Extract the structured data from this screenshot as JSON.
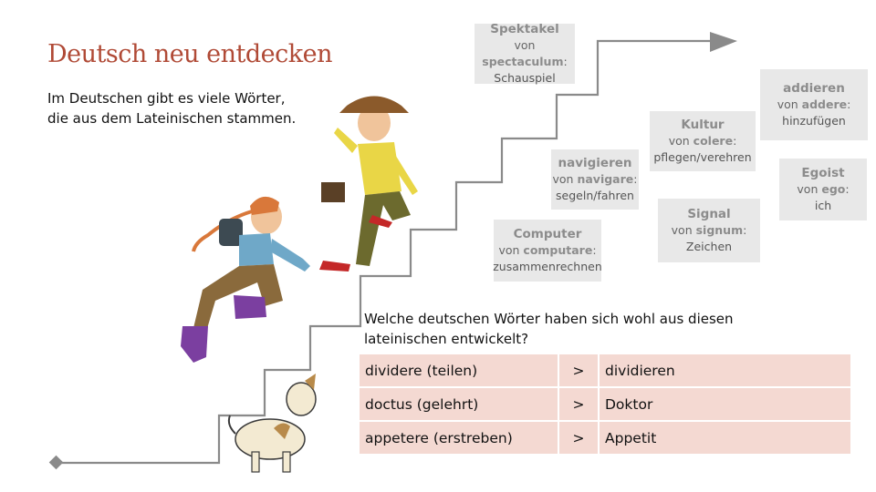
{
  "title": "Deutsch neu entdecken",
  "intro": {
    "line1": "Im Deutschen gibt es viele Wörter,",
    "line2": "die aus dem Lateinischen stammen."
  },
  "cards": [
    {
      "word": "Spektakel",
      "from": "von",
      "latin": "spectaculum",
      "meaning": "Schauspiel"
    },
    {
      "word": "addieren",
      "from": "von",
      "latin": "addere",
      "meaning": "hinzufügen"
    },
    {
      "word": "Kultur",
      "from": "von",
      "latin": "colere",
      "meaning": "pflegen/verehren"
    },
    {
      "word": "navigieren",
      "from": "von",
      "latin": "navigare",
      "meaning": "segeln/fahren"
    },
    {
      "word": "Egoist",
      "from": "von",
      "latin": "ego",
      "meaning": "ich"
    },
    {
      "word": "Signal",
      "from": "von",
      "latin": "signum",
      "meaning": "Zeichen"
    },
    {
      "word": "Computer",
      "from": "von",
      "latin": "computare",
      "meaning": "zusammenrechnen"
    }
  ],
  "question": {
    "line1": "Welche deutschen Wörter haben sich wohl aus diesen",
    "line2": "lateinischen entwickelt?"
  },
  "table": [
    {
      "latin": "dividere (teilen)",
      "arrow": ">",
      "german": "dividieren"
    },
    {
      "latin": "doctus (gelehrt)",
      "arrow": ">",
      "german": "Doktor"
    },
    {
      "latin": "appetere (erstreben)",
      "arrow": ">",
      "german": "Appetit"
    }
  ],
  "colors": {
    "title": "#b04a36",
    "stairs": "#8a8a8a",
    "table_bg": "#f4d9d2",
    "card_bg": "#e8e8e8"
  }
}
